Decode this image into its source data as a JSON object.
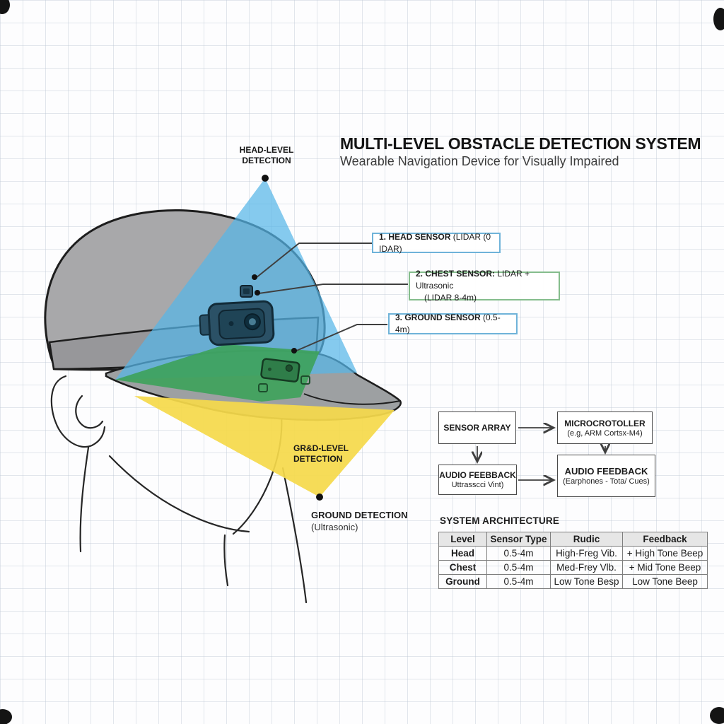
{
  "page": {
    "title": "MULTI-LEVEL OBSTACLE DETECTION SYSTEM",
    "subtitle": "Wearable Navigation Device for Visually Impaired"
  },
  "diagram_labels": {
    "head_level": {
      "line1": "HEAD-LEVEL",
      "line2": "DETECTION"
    },
    "grid_level": {
      "line1": "GR&D-LEVEL",
      "line2": "DETECTION"
    },
    "ground_detection": {
      "line1": "GROUND DETECTION",
      "line2": "(Ultrasonic)"
    }
  },
  "callouts": {
    "head": {
      "strong": "1. HEAD SENSOR",
      "rest": " (LIDAR (0 IDAR)"
    },
    "chest": {
      "strong": "2. CHEST SENSOR:",
      "rest": " LIDAR + Ultrasonic",
      "line2": "(LIDAR 8-4m)"
    },
    "ground": {
      "strong": "3. GROUND SENSOR",
      "rest": " (0.5-4m)"
    }
  },
  "flowchart": {
    "sensor_array": {
      "title": "SENSOR ARRAY"
    },
    "microcontroller": {
      "title": "MICROCROTOLLER",
      "subtitle": "(e.g, ARM Cortsx-M4)"
    },
    "audio_feedback_1": {
      "title": "AUDIO FEEBBACK",
      "subtitle": "Uttrasscci Vint)"
    },
    "audio_feedback_2": {
      "title": "AUDIO FEEDBACK",
      "subtitle": "(Earphones - Tota/ Cues)"
    }
  },
  "architecture": {
    "heading": "SYSTEM ARCHITECTURE",
    "table": {
      "headers": [
        "Level",
        "Sensor Type",
        "Rudic",
        "Feedback"
      ],
      "rows": [
        [
          "Head",
          "0.5-4m",
          "High-Freg Vib.",
          "+ High Tone Beep"
        ],
        [
          "Chest",
          "0.5-4m",
          "Med-Frey Vlb.",
          "+ Mid Tone Beep"
        ],
        [
          "Ground",
          "0.5-4m",
          "Low Tone Besp",
          "Low Tone Beep"
        ]
      ]
    }
  },
  "colors": {
    "head_zone": "#56b6e8",
    "chest_zone": "#3da25a",
    "ground_zone": "#f5d94b",
    "callout_blue_border": "#6fb3d9",
    "callout_green_border": "#85bd8c",
    "cap_gray": "#a8a8aa"
  }
}
